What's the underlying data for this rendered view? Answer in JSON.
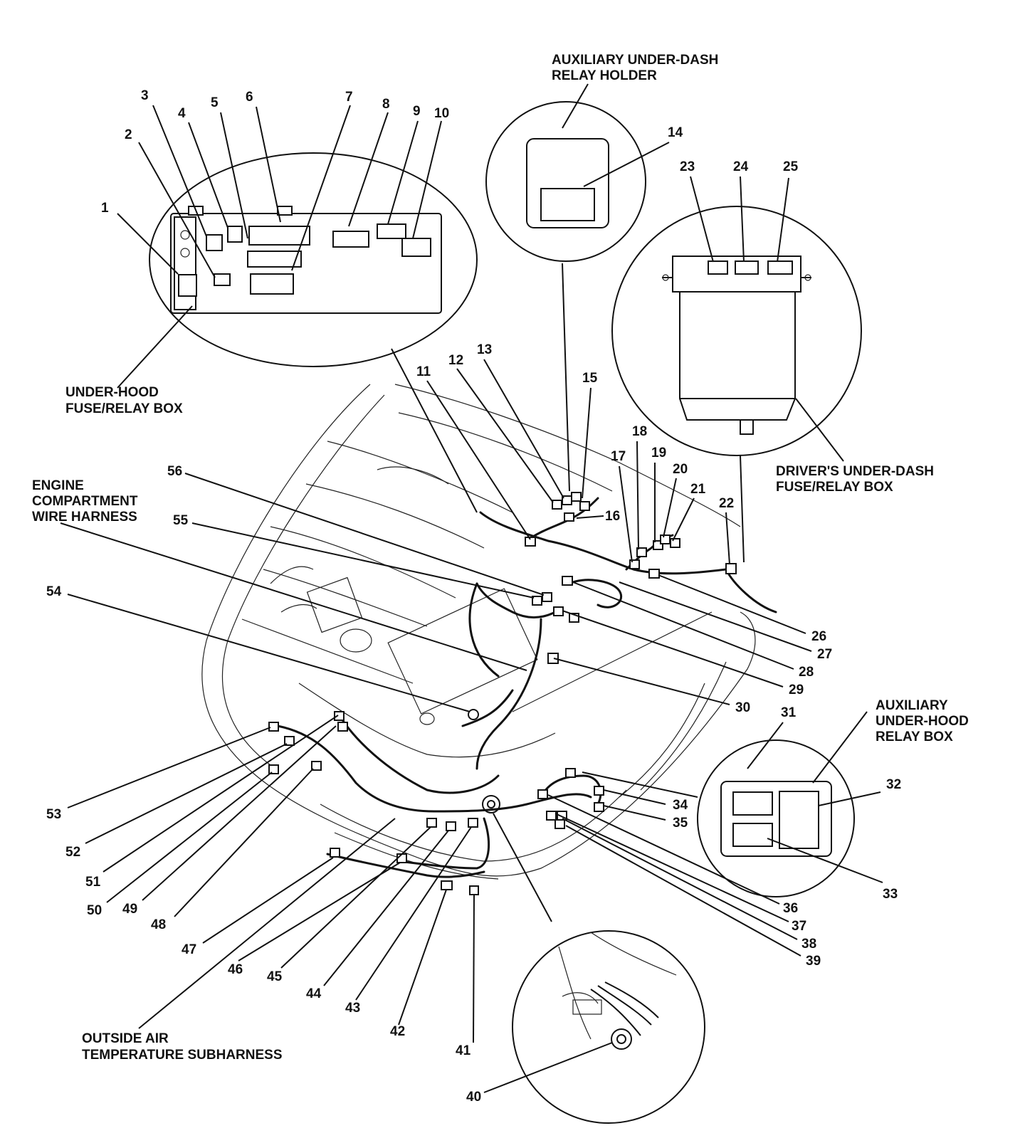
{
  "captions": {
    "aux_under_dash_relay_holder": [
      "AUXILIARY UNDER-DASH",
      "RELAY HOLDER"
    ],
    "under_hood_fuse_relay_box": [
      "UNDER-HOOD",
      "FUSE/RELAY BOX"
    ],
    "drivers_under_dash_fuse_relay_box": [
      "DRIVER'S UNDER-DASH",
      "FUSE/RELAY BOX"
    ],
    "engine_compartment_wire_harness": [
      "ENGINE",
      "COMPARTMENT",
      "WIRE HARNESS"
    ],
    "aux_under_hood_relay_box": [
      "AUXILIARY",
      "UNDER-HOOD",
      "RELAY BOX"
    ],
    "outside_air_temperature_subharness": [
      "OUTSIDE AIR",
      "TEMPERATURE SUBHARNESS"
    ]
  },
  "callouts": [
    "1",
    "2",
    "3",
    "4",
    "5",
    "6",
    "7",
    "8",
    "9",
    "10",
    "11",
    "12",
    "13",
    "14",
    "15",
    "16",
    "17",
    "18",
    "19",
    "20",
    "21",
    "22",
    "23",
    "24",
    "25",
    "26",
    "27",
    "28",
    "29",
    "30",
    "31",
    "32",
    "33",
    "34",
    "35",
    "36",
    "37",
    "38",
    "39",
    "40",
    "41",
    "42",
    "43",
    "44",
    "45",
    "46",
    "47",
    "48",
    "49",
    "50",
    "51",
    "52",
    "53",
    "54",
    "55",
    "56"
  ]
}
